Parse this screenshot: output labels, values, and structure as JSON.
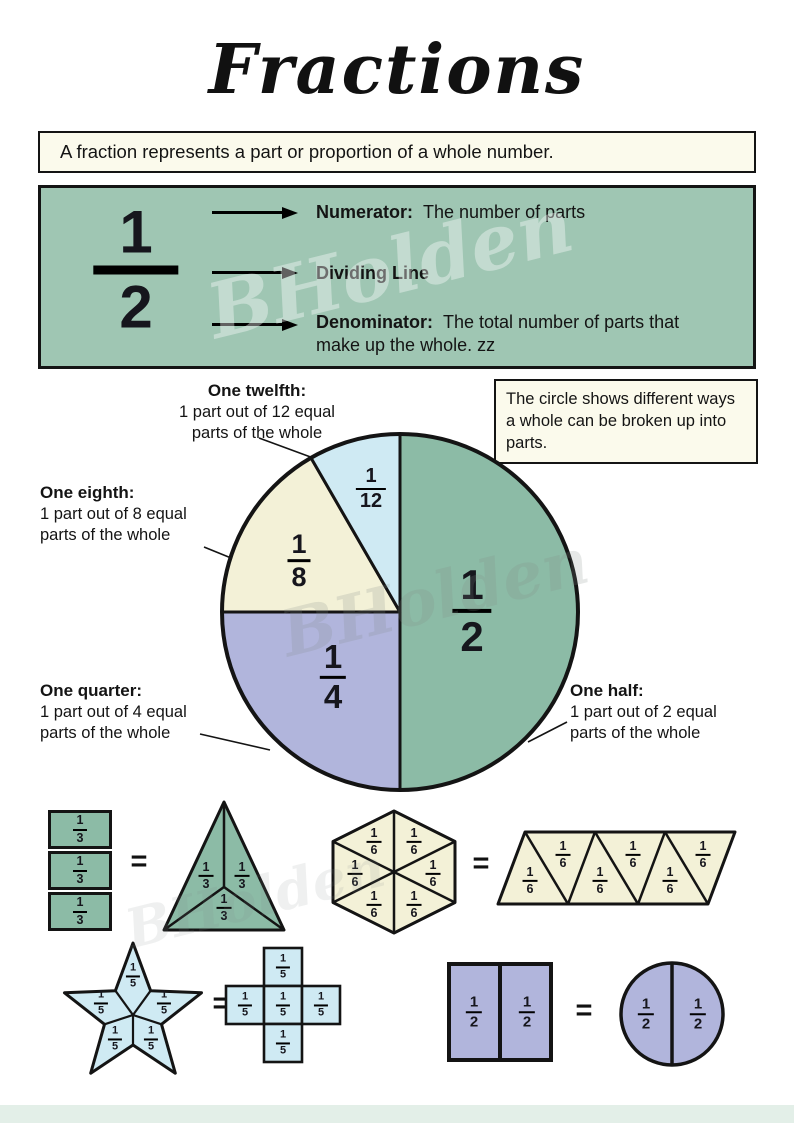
{
  "page": {
    "title": "Fractions",
    "watermark": "BHolden",
    "definition": "A fraction represents a part or proportion of a whole number."
  },
  "anatomy": {
    "fraction": {
      "numerator": "1",
      "denominator": "2"
    },
    "rows": [
      {
        "term": "Numerator:",
        "desc": "The number of parts"
      },
      {
        "term": "Dividing Line",
        "desc": ""
      },
      {
        "term": "Denominator:",
        "desc": "The total number of parts that make up the whole. zz"
      }
    ]
  },
  "circle_note": "The circle shows different ways a whole can be broken up into parts.",
  "pie": {
    "half": {
      "num": "1",
      "den": "2",
      "title": "One half:",
      "desc": "1 part out of 2 equal parts of the whole"
    },
    "quarter": {
      "num": "1",
      "den": "4",
      "title": "One quarter:",
      "desc": "1 part out of 4 equal parts of the whole"
    },
    "eighth": {
      "num": "1",
      "den": "8",
      "title": "One eighth:",
      "desc": "1 part out of 8 equal parts of the whole"
    },
    "twelfth": {
      "num": "1",
      "den": "12",
      "title": "One twelfth:",
      "desc": "1 part out of 12 equal parts of the whole"
    }
  },
  "equivalences": {
    "equals": "=",
    "third": {
      "num": "1",
      "den": "3"
    },
    "sixth": {
      "num": "1",
      "den": "6"
    },
    "fifth": {
      "num": "1",
      "den": "5"
    },
    "half": {
      "num": "1",
      "den": "2"
    }
  },
  "colors": {
    "green": "#9fc6b3",
    "green_deep": "#8cbba6",
    "cream": "#f3f1d7",
    "cream_light": "#fbfaec",
    "lavender": "#b1b5dc",
    "lightblue": "#cfeaf3",
    "footer": "#e3efe8"
  }
}
